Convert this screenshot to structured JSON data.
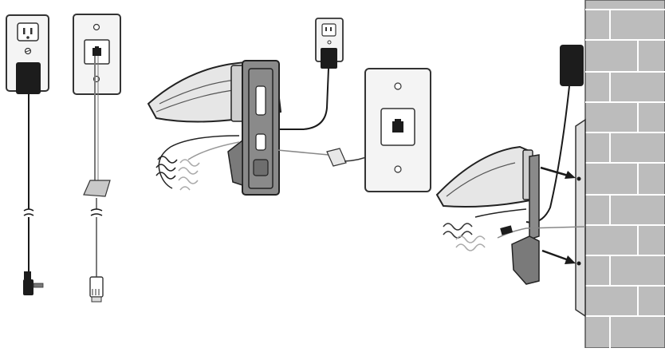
{
  "diagram": {
    "panels": [
      {
        "id": "adapter-with-outlet",
        "description_icon": "power-outlet-icon"
      },
      {
        "id": "line-cord-with-jack",
        "description_icon": "phone-jack-icon"
      },
      {
        "id": "base-connected-to-wall-jack",
        "description_icon": "telephone-base-icon"
      },
      {
        "id": "base-mounted-on-brick-wall",
        "description_icon": "brick-wall-icon"
      }
    ]
  },
  "colors": {
    "line": "#1a1a1a",
    "plate": "#f4f4f4",
    "plate_edge": "#333333",
    "device_body": "#e6e6e6",
    "device_dark": "#5a5a5a",
    "bracket": "#8a8a8a",
    "brick": "#bcbcbc",
    "mortar": "#ffffff",
    "cord_gray": "#7a7a7a",
    "plug_black": "#1c1c1c"
  }
}
